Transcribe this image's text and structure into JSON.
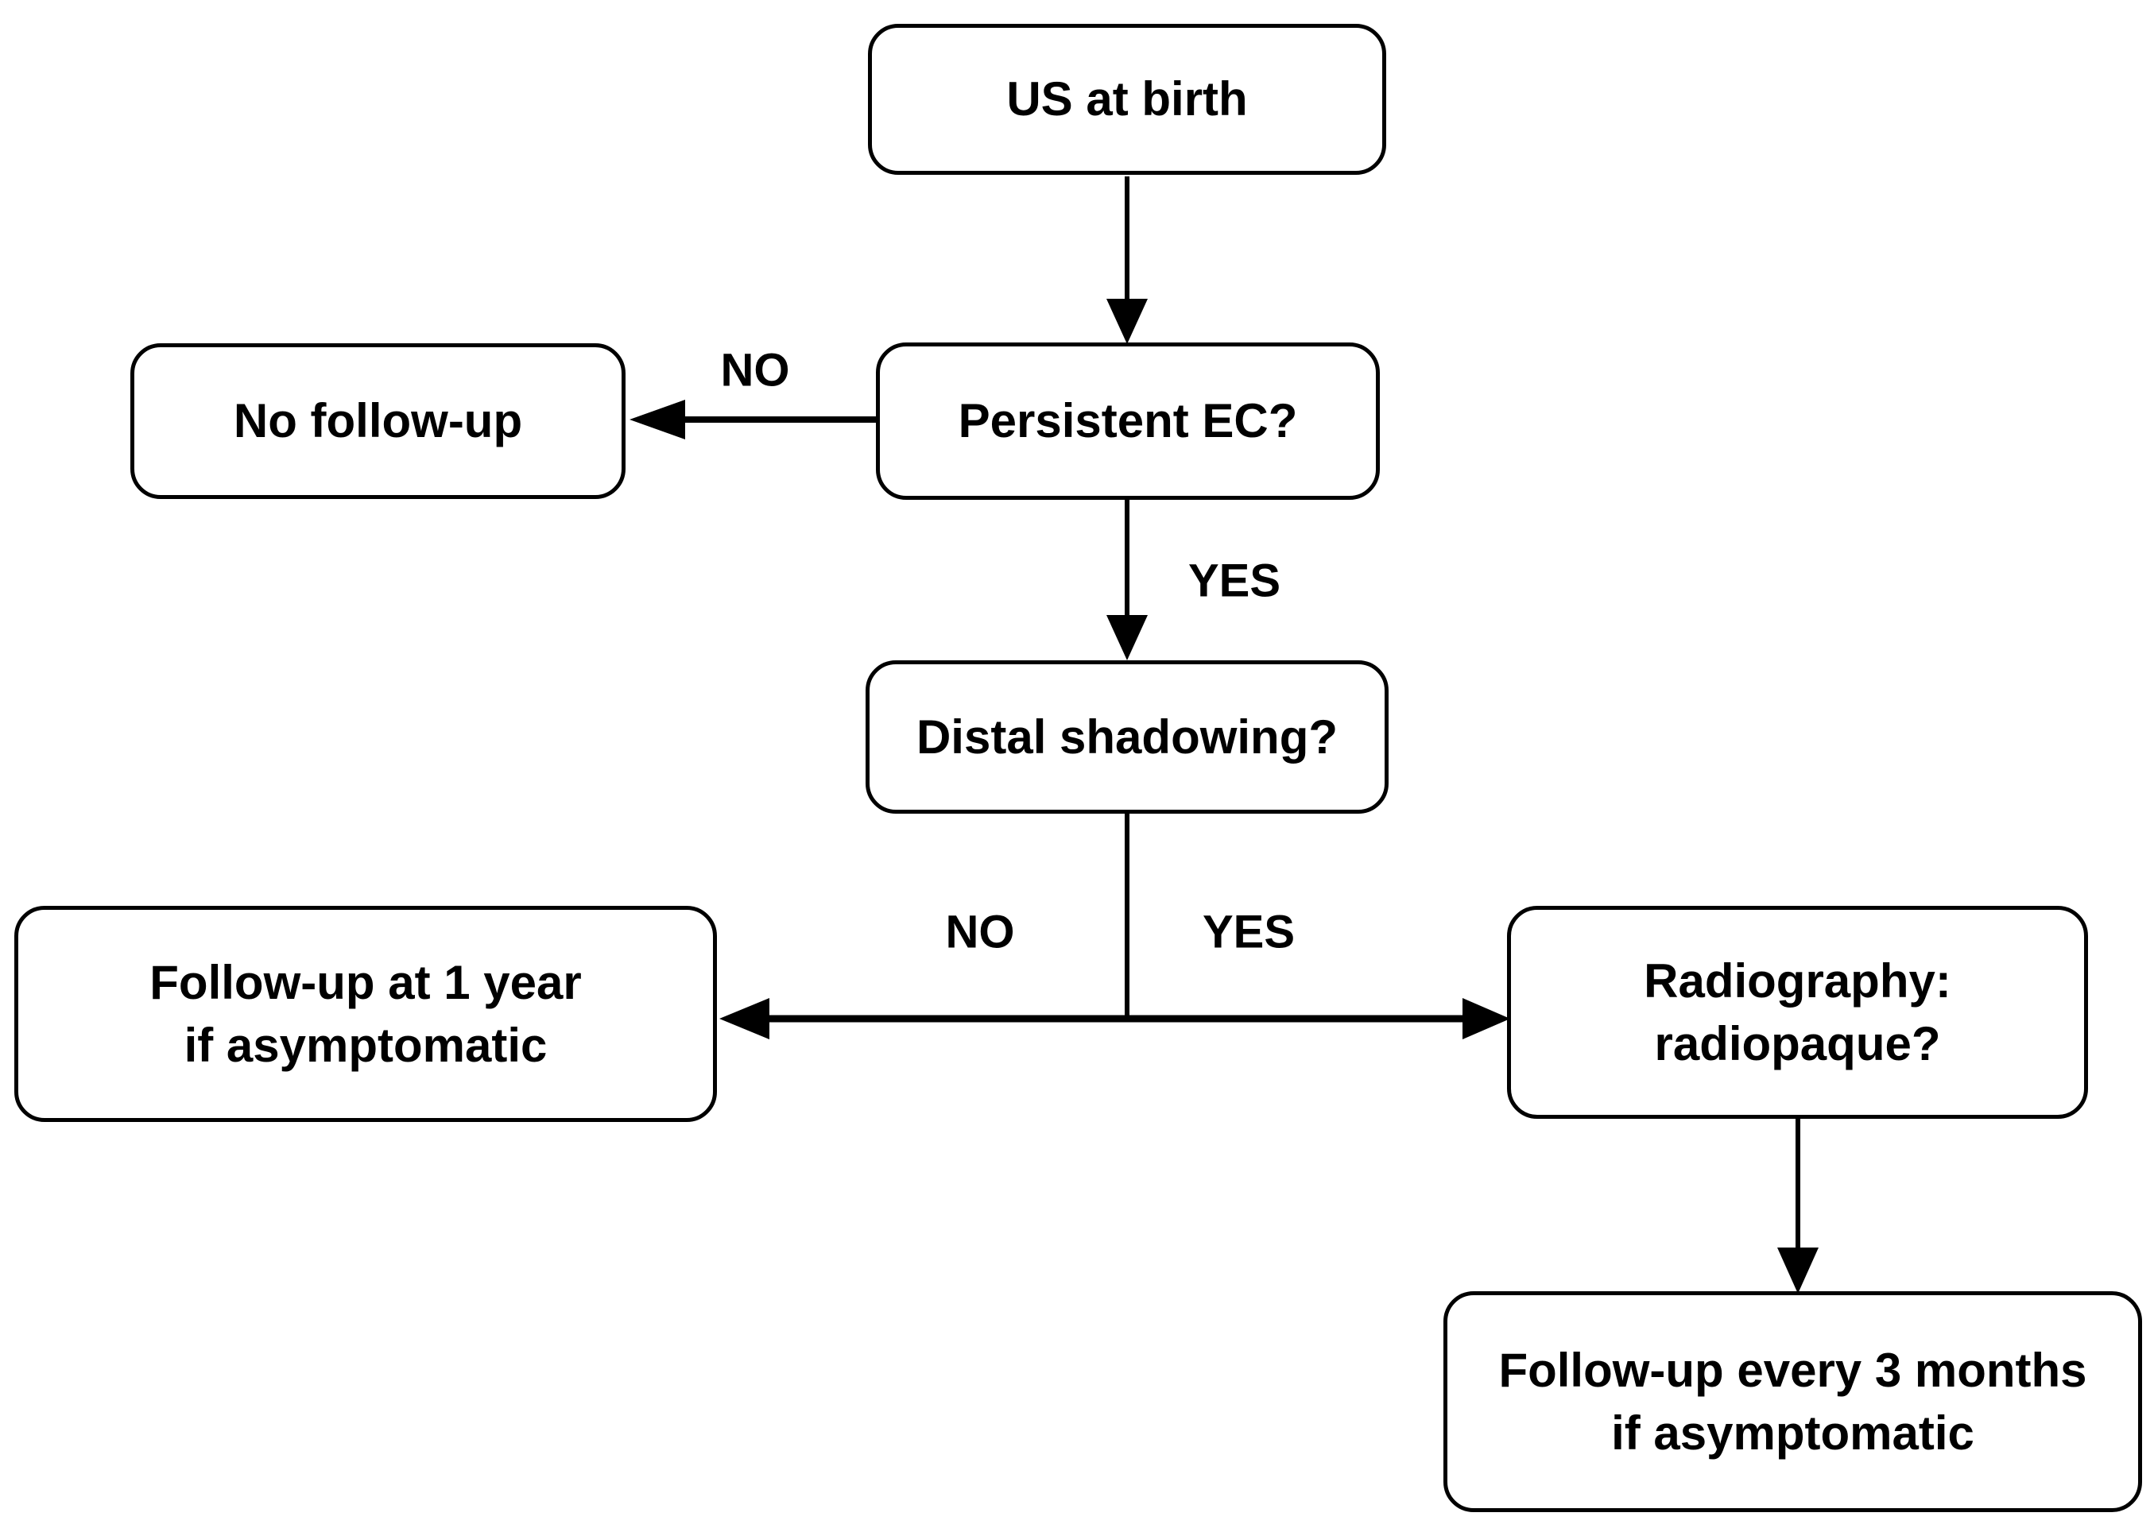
{
  "flowchart": {
    "nodes": {
      "us_at_birth": {
        "label": "US at birth"
      },
      "no_follow_up": {
        "label": "No follow-up"
      },
      "persistent_ec": {
        "label": "Persistent EC?"
      },
      "distal_shadowing": {
        "label": "Distal shadowing?"
      },
      "follow_up_1_year": {
        "label": "Follow-up at 1 year\nif asymptomatic"
      },
      "radiography": {
        "label": "Radiography:\nradiopaque?"
      },
      "follow_up_3_months": {
        "label": "Follow-up every 3 months\nif asymptomatic"
      }
    },
    "edge_labels": {
      "persistent_no": "NO",
      "persistent_yes": "YES",
      "shadowing_no": "NO",
      "shadowing_yes": "YES"
    },
    "colors": {
      "ink": "#000000",
      "background": "#ffffff"
    }
  }
}
